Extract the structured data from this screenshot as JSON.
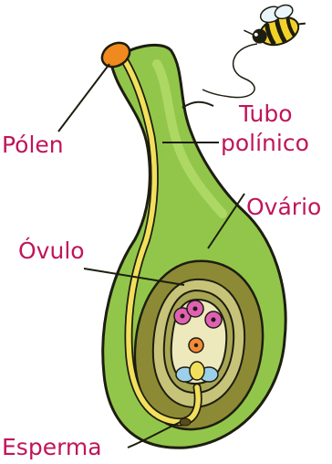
{
  "colors": {
    "label": "#c0155a",
    "outline": "#1d1d10",
    "pistil_green": "#92c64a",
    "ovary_olive": "#8c8a35",
    "ovule_cream": "#eee8bd",
    "pollen_tube": "#f2e05c",
    "pollen_orange": "#f08a1e",
    "nucleus_magenta": "#e061b4",
    "nucleus_orange": "#f28a3a",
    "synergid_blue": "#9ccfe9"
  },
  "labels": {
    "pollen": "Pólen",
    "pollen_tube_line1": "Tubo",
    "pollen_tube_line2": "polínico",
    "ovary": "Ovário",
    "ovule": "Óvulo",
    "sperm": "Esperma"
  },
  "icons": {
    "bee": "bee-icon"
  }
}
